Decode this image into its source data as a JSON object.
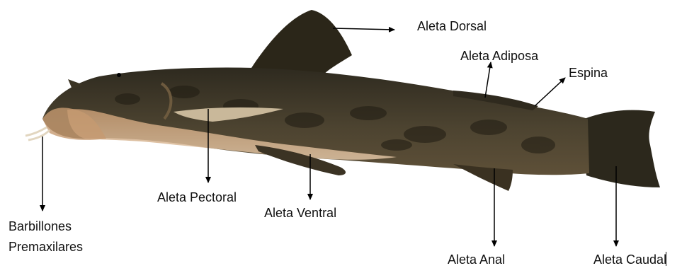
{
  "labels": {
    "dorsal": "Aleta Dorsal",
    "adiposa": "Aleta Adiposa",
    "espina": "Espina",
    "pectoral": "Aleta Pectoral",
    "ventral": "Aleta Ventral",
    "barbillones_1": "Barbillones",
    "barbillones_2": "Premaxilares",
    "anal": "Aleta Anal",
    "caudal": "Aleta Caudal"
  },
  "colors": {
    "body_dark": "#3a3424",
    "body_mid": "#5b4f38",
    "belly": "#c9a27c",
    "fin": "#2f2a1e",
    "pectoral_fin": "#b9a88a",
    "arrow": "#000000"
  }
}
